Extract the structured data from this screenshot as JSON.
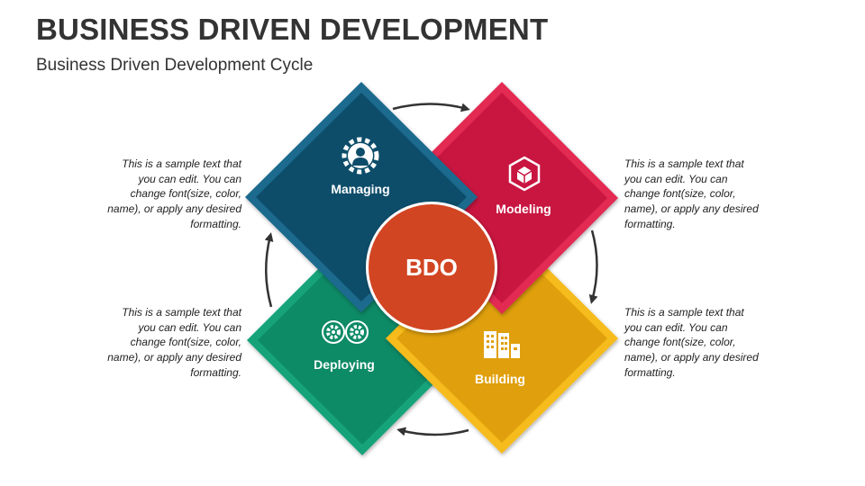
{
  "header": {
    "title": "BUSINESS DRIVEN DEVELOPMENT",
    "subtitle": "Business Driven Development Cycle"
  },
  "center": {
    "label": "BDO",
    "color": "#d24420"
  },
  "stages": [
    {
      "label": "Managing",
      "color": "#0e4d6a",
      "icon": "gear-person-icon"
    },
    {
      "label": "Modeling",
      "color": "#c8133f",
      "icon": "cube-icon"
    },
    {
      "label": "Building",
      "color": "#e0a010",
      "icon": "buildings-icon"
    },
    {
      "label": "Deploying",
      "color": "#0d8a66",
      "icon": "gears-cycle-icon"
    }
  ],
  "notes": {
    "top_left": "This is a sample text that you can edit. You can change font(size, color, name), or apply any desired formatting.",
    "top_right": "This is a sample text that you can edit. You can change font(size, color, name), or apply any desired formatting.",
    "bottom_left": "This is a sample text that you can edit. You can change font(size, color, name), or apply any desired formatting.",
    "bottom_right": "This is a sample text that you can edit. You can change font(size, color, name), or apply any desired formatting."
  }
}
